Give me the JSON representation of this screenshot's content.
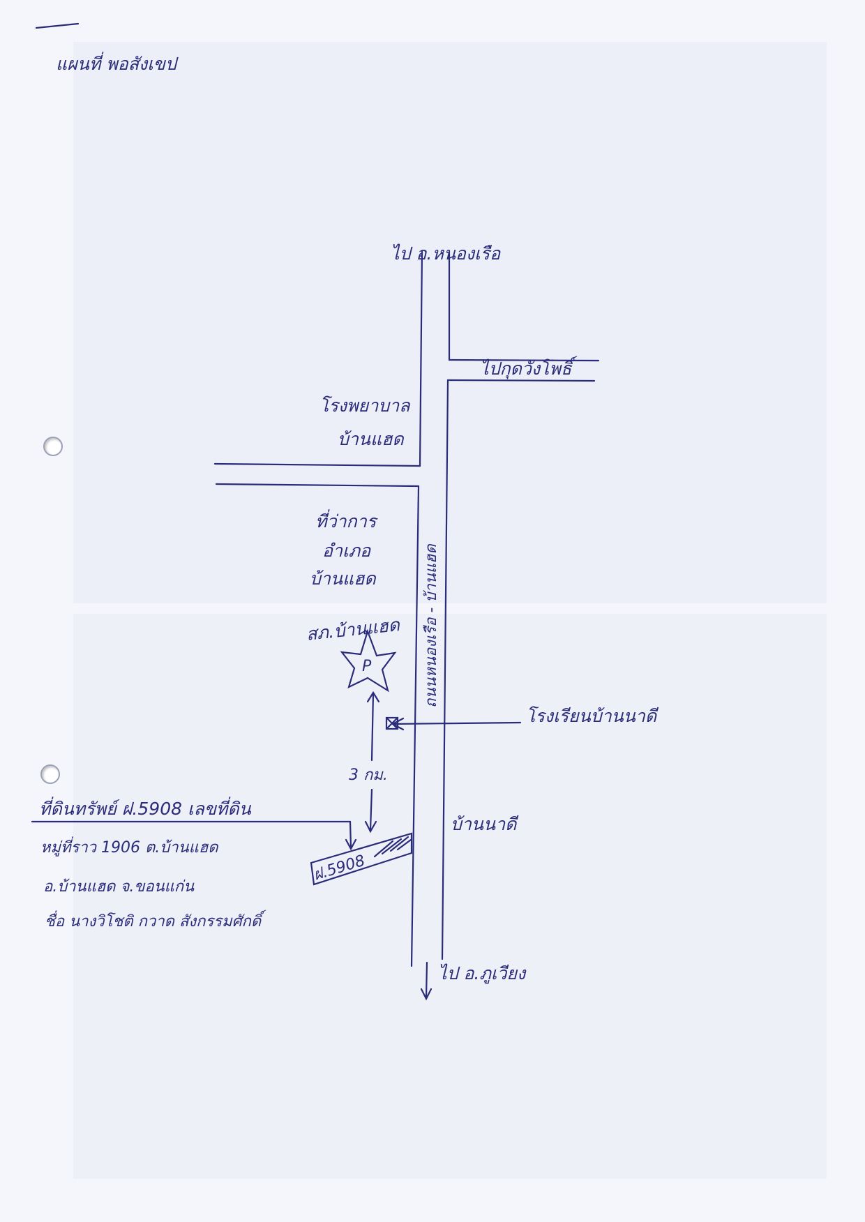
{
  "document": {
    "header_label": "แผนที่ พอสังเขป"
  },
  "map": {
    "labels": {
      "north_direction": "ไป อ.หนองเรือ",
      "east_branch": "ไปกุดวังโพธิ์",
      "hospital_line1": "โรงพยาบาล",
      "hospital_line2": "บ้านแฮด",
      "district_office_line1": "ที่ว่าการ",
      "district_office_line2": "อำเภอ",
      "district_office_line3": "บ้านแฮด",
      "police_station": "สภ.บ้านแฮด",
      "star_marker": "P",
      "road_name": "ถนนหนองเรือ - บ้านแฮด",
      "school": "โรงเรียนบ้านนาดี",
      "distance": "3 กม.",
      "village": "บ้านนาดี",
      "plot_marker": "ฝ.5908",
      "south_direction": "ไป อ.ภูเวียง"
    },
    "land_info": {
      "line1": "ที่ดินทรัพย์ ฝ.5908 เลขที่ดิน",
      "line2": "หมู่ที่ราว 1906 ต.บ้านแฮด",
      "line3": "อ.บ้านแฮด จ.ขอนแก่น",
      "line4": "ชื่อ นางวิโชติ กวาด สังกรรมศักดิ์"
    }
  },
  "colors": {
    "ink": "#2a2c7a",
    "paper": "#f4f6fc"
  }
}
